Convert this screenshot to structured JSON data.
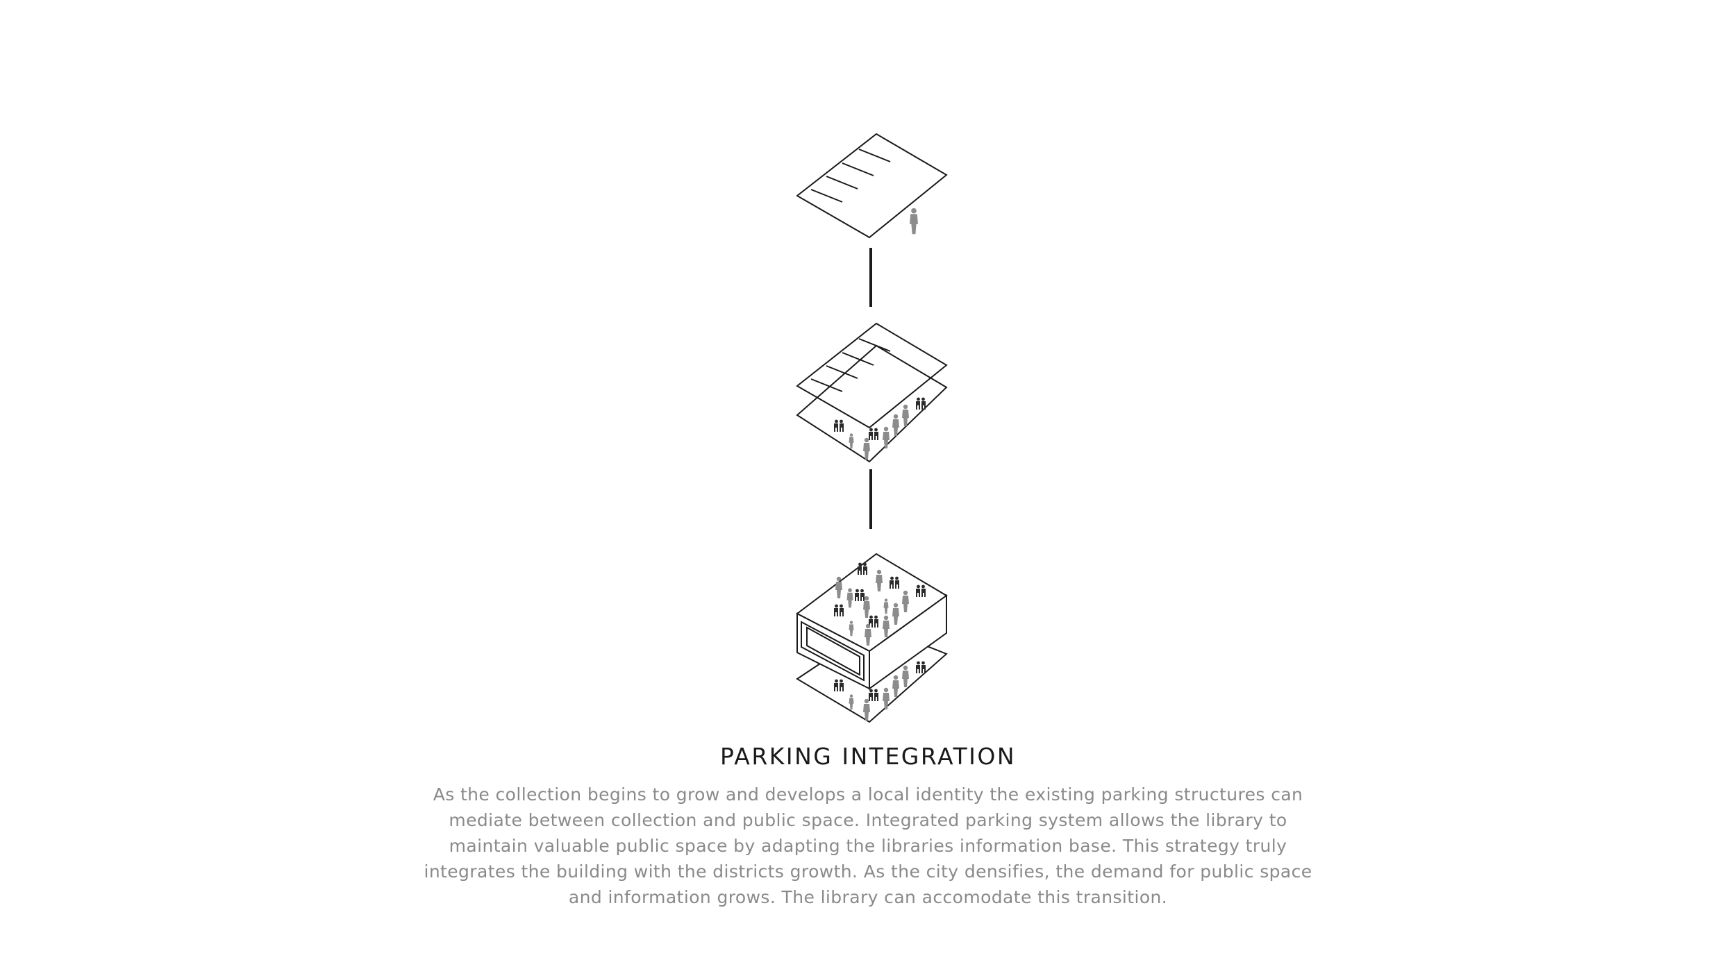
{
  "diagram": {
    "stages": [
      {
        "name": "ground-plane"
      },
      {
        "name": "double-plane"
      },
      {
        "name": "building-with-plaza"
      }
    ]
  },
  "caption": {
    "title": "PARKING INTEGRATION",
    "body": "As the collection begins to grow and develops a local identity the existing parking structures can mediate between collection and public space. Integrated parking system allows the library to maintain valuable public space by adapting the libraries information base. This strategy truly integrates the building with the districts growth. As the city densifies, the demand for public space and information grows. The library can accomodate this transition."
  },
  "colors": {
    "line": "#1a1a1a",
    "figure_gray": "#8c8c8c",
    "figure_dark": "#2b2b2b",
    "text": "#8a8a8a"
  }
}
